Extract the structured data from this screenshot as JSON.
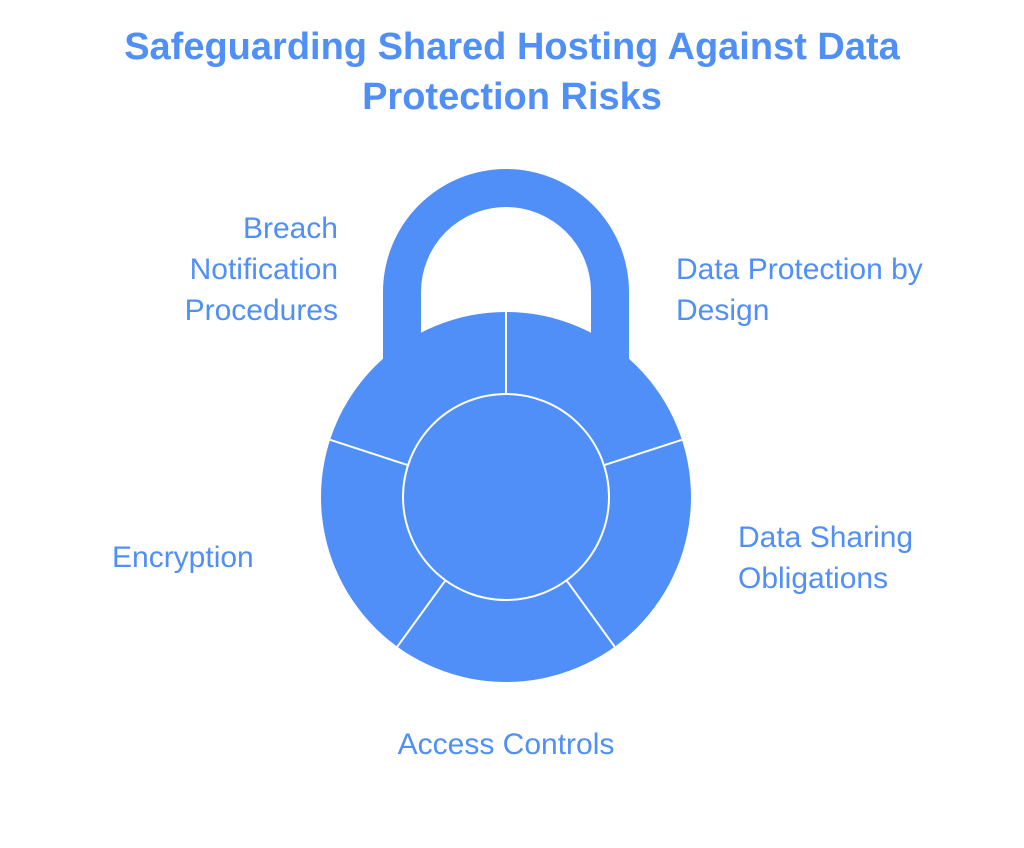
{
  "title": {
    "line1": "Safeguarding Shared Hosting Against Data",
    "line2": "Protection Risks"
  },
  "segments": [
    {
      "id": "breach",
      "lines": [
        "Breach",
        "Notification",
        "Procedures"
      ]
    },
    {
      "id": "design",
      "lines": [
        "Data Protection by",
        "Design"
      ]
    },
    {
      "id": "sharing",
      "lines": [
        "Data Sharing",
        "Obligations"
      ]
    },
    {
      "id": "access",
      "lines": [
        "Access Controls"
      ]
    },
    {
      "id": "encryption",
      "lines": [
        "Encryption"
      ]
    }
  ],
  "colors": {
    "lock_fill": "#4f8ff7",
    "divider": "#ffffff",
    "text": "#4f8ff7"
  },
  "icon": "padlock-icon"
}
